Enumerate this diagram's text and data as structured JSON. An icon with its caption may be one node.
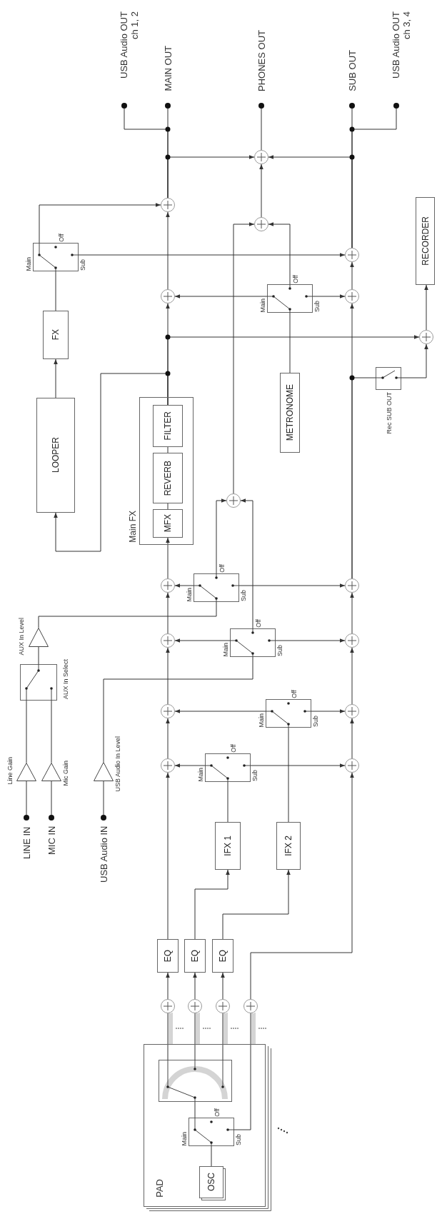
{
  "diagram": {
    "nodes": [
      {
        "text": [
          "USB Audio OUT ch 1, 2"
        ]
      },
      {
        "text": [
          "MAIN OUT"
        ]
      },
      {
        "text": [
          "PHONES OUT"
        ]
      },
      {
        "text": [
          "SUB OUT"
        ]
      },
      {
        "text": [
          "USB Audio OUT ch 3, 4"
        ]
      },
      {
        "text": [],
        "shape": "circle"
      },
      {
        "text": [],
        "shape": "circle"
      },
      {
        "text": [],
        "shape": "circle"
      },
      {
        "text": [
          "Main",
          "Off",
          "Sub"
        ]
      },
      {
        "text": [],
        "shape": "circle"
      },
      {
        "text": [
          "RECORDER"
        ]
      },
      {
        "text": [],
        "shape": "circle"
      },
      {
        "text": [
          "Main",
          "Off",
          "Sub"
        ]
      },
      {
        "text": [],
        "shape": "circle"
      },
      {
        "text": [
          "FX"
        ]
      },
      {
        "text": [],
        "shape": "circle"
      },
      {
        "text": [
          "Rec SUB OUT"
        ]
      },
      {
        "text": [
          "LOOPER"
        ]
      },
      {
        "text": [
          "Main FX"
        ]
      },
      {
        "text": [
          "FILTER"
        ],
        "in": 18
      },
      {
        "text": [
          "REVERB"
        ],
        "in": 18
      },
      {
        "text": [
          "MFX"
        ],
        "in": 18
      },
      {
        "text": [
          "METRONOME"
        ]
      },
      {
        "text": [],
        "shape": "circle"
      },
      {
        "text": [],
        "shape": "circle"
      },
      {
        "text": [
          "Main",
          "Off",
          "Sub"
        ]
      },
      {
        "text": [],
        "shape": "circle"
      },
      {
        "text": [
          "AUX In Level"
        ]
      },
      {
        "text": [],
        "shape": "circle"
      },
      {
        "text": [
          "Main",
          "Off",
          "Sub"
        ]
      },
      {
        "text": [],
        "shape": "circle"
      },
      {
        "text": [
          "AUX In Select"
        ]
      },
      {
        "text": [],
        "shape": "circle"
      },
      {
        "text": [
          "Main",
          "Off",
          "Sub"
        ]
      },
      {
        "text": [],
        "shape": "circle"
      },
      {
        "text": [],
        "shape": "circle"
      },
      {
        "text": [
          "Main",
          "Off",
          "Sub"
        ]
      },
      {
        "text": [],
        "shape": "circle"
      },
      {
        "text": [
          "Line Gain"
        ]
      },
      {
        "text": [
          "Mic Gain"
        ]
      },
      {
        "text": [
          "USB Audio In Level"
        ]
      },
      {
        "text": [
          "LINE IN"
        ]
      },
      {
        "text": [
          "MIC IN"
        ]
      },
      {
        "text": [
          "USB Audio IN"
        ]
      },
      {
        "text": [
          "IFX 1"
        ]
      },
      {
        "text": [
          "IFX 2"
        ]
      },
      {
        "text": [
          "EQ"
        ]
      },
      {
        "text": [
          "EQ"
        ]
      },
      {
        "text": [
          "EQ"
        ]
      },
      {
        "text": [],
        "shape": "circle"
      },
      {
        "text": [],
        "shape": "circle"
      },
      {
        "text": [],
        "shape": "circle"
      },
      {
        "text": [],
        "shape": "circle"
      },
      {
        "text": [
          "PAD"
        ]
      },
      {
        "text": [],
        "shape": "box",
        "in": 53
      },
      {
        "text": [
          "Main",
          "Off",
          "Sub"
        ],
        "in": 53
      },
      {
        "text": [
          "OSC"
        ],
        "in": 53
      }
    ],
    "edges": [
      {
        "from": 6,
        "to": 1,
        "arrow": "none"
      },
      {
        "from": 6,
        "to": 0,
        "arrow": "none"
      },
      {
        "from": 6,
        "to": 5,
        "arrow": "to"
      },
      {
        "from": 9,
        "to": 3,
        "arrow": "none"
      },
      {
        "from": 9,
        "to": 4,
        "arrow": "none"
      },
      {
        "from": 9,
        "to": 5,
        "arrow": "to"
      },
      {
        "from": 5,
        "to": 2,
        "arrow": "none"
      },
      {
        "from": 7,
        "to": 5,
        "arrow": "to"
      },
      {
        "from": 23,
        "to": 7,
        "arrow": "to"
      },
      {
        "from": 12,
        "to": 7,
        "arrow": "to"
      },
      {
        "from": 8,
        "to": 6,
        "arrow": "to"
      },
      {
        "from": 8,
        "to": 9,
        "arrow": "to"
      },
      {
        "from": 11,
        "to": 6,
        "arrow": "to"
      },
      {
        "from": 12,
        "to": 11,
        "arrow": "to"
      },
      {
        "from": 12,
        "to": 13,
        "arrow": "to"
      },
      {
        "from": 13,
        "to": 9,
        "arrow": "to"
      },
      {
        "from": 14,
        "to": 8,
        "arrow": "none"
      },
      {
        "from": 17,
        "to": 14,
        "arrow": "to"
      },
      {
        "from": 19,
        "to": 11,
        "arrow": "to"
      },
      {
        "from": 19,
        "to": 17,
        "arrow": "to"
      },
      {
        "from": 19,
        "to": 15,
        "arrow": "to"
      },
      {
        "from": 15,
        "to": 10,
        "arrow": "to"
      },
      {
        "from": 16,
        "to": 15,
        "arrow": "to"
      },
      {
        "from": 26,
        "to": 16,
        "arrow": "none"
      },
      {
        "from": 22,
        "to": 12,
        "arrow": "none"
      },
      {
        "from": 26,
        "to": 13,
        "arrow": "to"
      },
      {
        "from": 21,
        "to": 20,
        "arrow": "none"
      },
      {
        "from": 20,
        "to": 19,
        "arrow": "none"
      },
      {
        "from": 25,
        "to": 23,
        "arrow": "to"
      },
      {
        "from": 29,
        "to": 23,
        "arrow": "to"
      },
      {
        "from": 24,
        "to": 21,
        "arrow": "to"
      },
      {
        "from": 25,
        "to": 24,
        "arrow": "to"
      },
      {
        "from": 25,
        "to": 26,
        "arrow": "to"
      },
      {
        "from": 27,
        "to": 25,
        "arrow": "none"
      },
      {
        "from": 28,
        "to": 24,
        "arrow": "to"
      },
      {
        "from": 29,
        "to": 28,
        "arrow": "to"
      },
      {
        "from": 29,
        "to": 30,
        "arrow": "to"
      },
      {
        "from": 30,
        "to": 26,
        "arrow": "to"
      },
      {
        "from": 31,
        "to": 27,
        "arrow": "none"
      },
      {
        "from": 40,
        "to": 29,
        "arrow": "none"
      },
      {
        "from": 32,
        "to": 28,
        "arrow": "to"
      },
      {
        "from": 33,
        "to": 32,
        "arrow": "to"
      },
      {
        "from": 33,
        "to": 34,
        "arrow": "to"
      },
      {
        "from": 34,
        "to": 30,
        "arrow": "to"
      },
      {
        "from": 38,
        "to": 31,
        "arrow": "none"
      },
      {
        "from": 39,
        "to": 31,
        "arrow": "none"
      },
      {
        "from": 35,
        "to": 32,
        "arrow": "to"
      },
      {
        "from": 36,
        "to": 35,
        "arrow": "to"
      },
      {
        "from": 36,
        "to": 37,
        "arrow": "to"
      },
      {
        "from": 37,
        "to": 34,
        "arrow": "to"
      },
      {
        "from": 41,
        "to": 38,
        "arrow": "none"
      },
      {
        "from": 42,
        "to": 39,
        "arrow": "none"
      },
      {
        "from": 43,
        "to": 40,
        "arrow": "none"
      },
      {
        "from": 44,
        "to": 36,
        "arrow": "none"
      },
      {
        "from": 45,
        "to": 33,
        "arrow": "none"
      },
      {
        "from": 46,
        "to": 35,
        "arrow": "to"
      },
      {
        "from": 47,
        "to": 44,
        "arrow": "to"
      },
      {
        "from": 48,
        "to": 45,
        "arrow": "to"
      },
      {
        "from": 52,
        "to": 37,
        "arrow": "to"
      },
      {
        "from": 49,
        "to": 46,
        "arrow": "to"
      },
      {
        "from": 50,
        "to": 47,
        "arrow": "to"
      },
      {
        "from": 51,
        "to": 48,
        "arrow": "to"
      },
      {
        "from": 54,
        "to": 49,
        "arrow": "none"
      },
      {
        "from": 54,
        "to": 50,
        "arrow": "none"
      },
      {
        "from": 54,
        "to": 51,
        "arrow": "none"
      },
      {
        "from": 55,
        "to": 52,
        "arrow": "none"
      },
      {
        "from": 55,
        "to": 54,
        "arrow": "none"
      },
      {
        "from": 56,
        "to": 55,
        "arrow": "none"
      }
    ]
  }
}
